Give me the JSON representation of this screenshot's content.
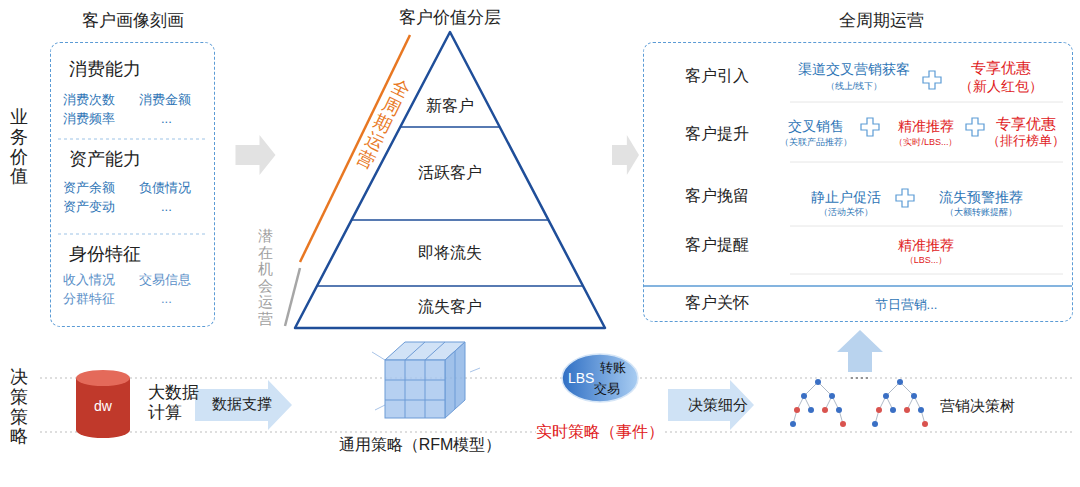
{
  "diagram": {
    "nodes": [
      {
        "text": [
          "客户画像刻画",
          "消费能力",
          "消费次数",
          "消费金额",
          "消费频率",
          "...",
          "资产能力",
          "资产余额",
          "负债情况",
          "资产变动",
          "...",
          "身份特征",
          "收入情况",
          "交易信息",
          "分群特征",
          "..."
        ]
      },
      {
        "text": [
          "客户价值分层"
        ]
      },
      {
        "text": [
          "新客户"
        ],
        "in": 1
      },
      {
        "text": [
          "活跃客户"
        ],
        "in": 1
      },
      {
        "text": [
          "即将流失"
        ],
        "in": 1
      },
      {
        "text": [
          "流失客户"
        ],
        "in": 1
      },
      {
        "text": [
          "全周期运营",
          "客户引入",
          "渠道交叉营销获客",
          "（线上/线下）",
          "专享优惠",
          "（新人红包）",
          "客户提升",
          "交叉销售",
          "（关联产品推荐）",
          "精准推荐",
          "（实时/LBS...）",
          "专享优惠",
          "（排行榜单）",
          "客户挽留",
          "静止户促活",
          "（活动关怀）",
          "流失预警推荐",
          "（大额转账提醒）",
          "客户提醒",
          "精准推荐",
          "（LBS...）",
          "客户关怀",
          "节日营销..."
        ]
      },
      {
        "text": [
          "dw"
        ]
      },
      {
        "text": [
          "转账",
          "LBS",
          "交易"
        ]
      }
    ],
    "edges": [
      {
        "from": 0,
        "to": 1,
        "arrow": "to"
      },
      {
        "from": 1,
        "to": 6,
        "arrow": "to"
      }
    ],
    "labels": [
      "业务价值",
      "决策策略",
      "全周期运营",
      "潜在机会运营",
      "大数据计算",
      "数据支撑",
      "通用策略（RFM模型）",
      "实时策略（事件）",
      "决策细分",
      "营销决策树"
    ]
  }
}
